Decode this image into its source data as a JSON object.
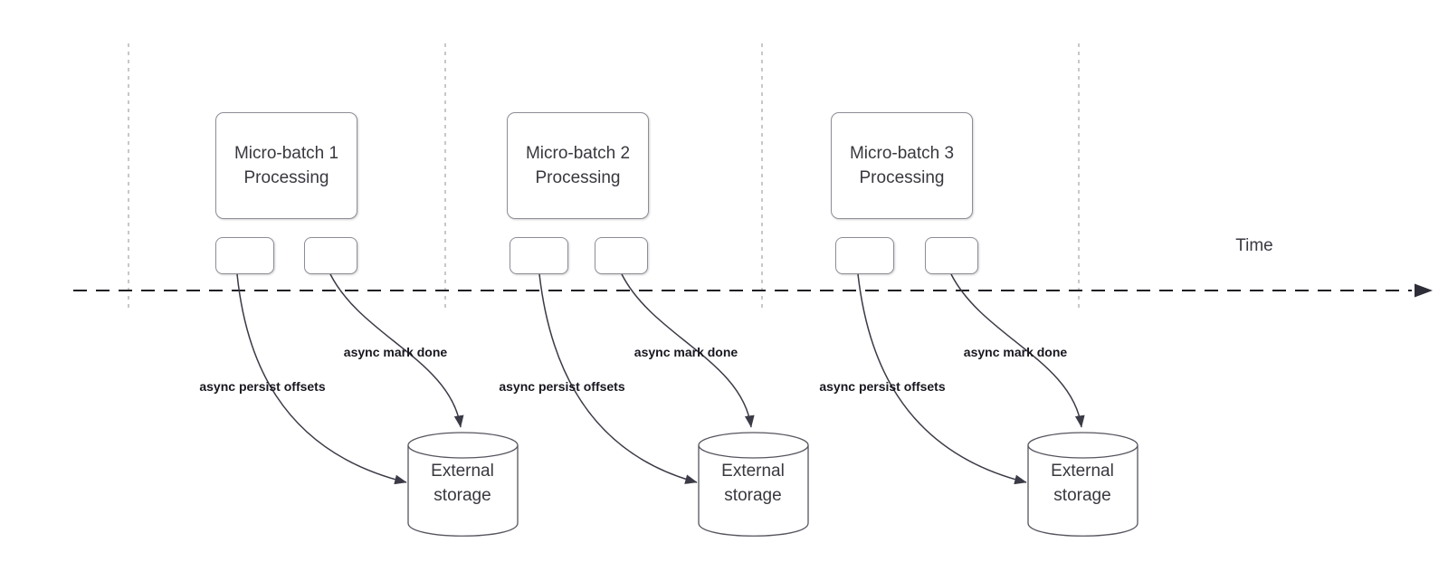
{
  "diagram": {
    "time_axis": {
      "label": "Time"
    },
    "groups": [
      {
        "box": {
          "line1": "Micro-batch 1",
          "line2": "Processing"
        },
        "persist_arrow_label": "async persist offsets",
        "mark_done_arrow_label": "async mark done",
        "storage": {
          "line1": "External",
          "line2": "storage"
        }
      },
      {
        "box": {
          "line1": "Micro-batch 2",
          "line2": "Processing"
        },
        "persist_arrow_label": "async persist offsets",
        "mark_done_arrow_label": "async mark done",
        "storage": {
          "line1": "External",
          "line2": "storage"
        }
      },
      {
        "box": {
          "line1": "Micro-batch 3",
          "line2": "Processing"
        },
        "persist_arrow_label": "async persist offsets",
        "mark_done_arrow_label": "async mark done",
        "storage": {
          "line1": "External",
          "line2": "storage"
        }
      }
    ],
    "colors": {
      "background": "#ffffff",
      "timeline_line": "#1e1e24",
      "guide_line": "#b5b5b8",
      "shape_border": "#8d8d96",
      "cylinder_border": "#55555f",
      "arrow_stroke": "#3b3b47",
      "shape_text": "#38383f",
      "bold_label_text": "#17171f"
    }
  }
}
